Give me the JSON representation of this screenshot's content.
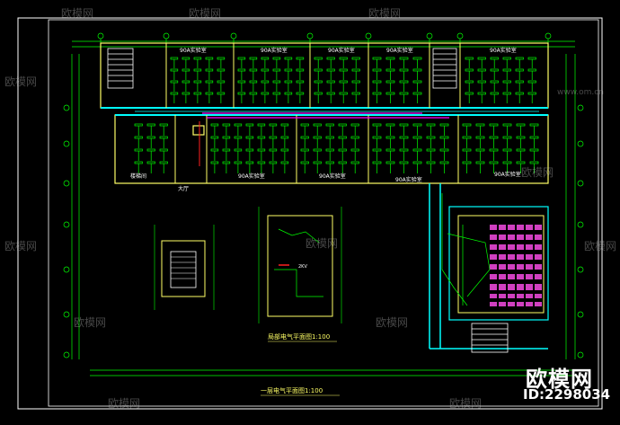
{
  "drawing": {
    "room_label_top": "90A实验室",
    "room_label_bottom": "90A实验室",
    "stair_label": "楼梯间",
    "hall_label": "大厅",
    "label_2kv": "2KV",
    "sub_plan_title": "局部电气平面图1:100",
    "main_plan_title": "一层电气平面图1:100"
  },
  "watermarks": {
    "brand": "欧模网",
    "site": "www.om.cn",
    "id": "ID:229803",
    "id_tail": "4"
  },
  "colors": {
    "background": "#000000",
    "grid_green": "#00ff00",
    "frame_white": "#ffffff",
    "wall_yellow": "#ffff66",
    "cyan": "#00ffff",
    "magenta": "#ff00ff",
    "red": "#ff2020"
  }
}
